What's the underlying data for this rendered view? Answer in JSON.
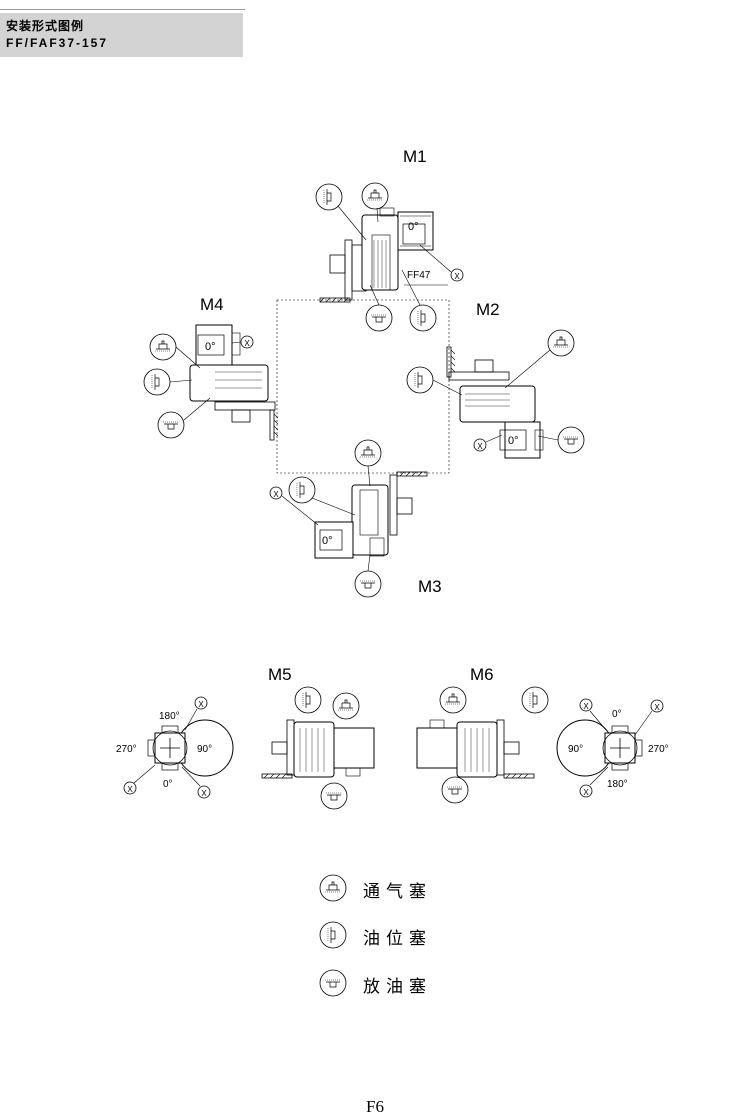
{
  "header": {
    "title": "安装形式图例",
    "subtitle": "FF/FAF37-157"
  },
  "positions": {
    "m1": "M1",
    "m2": "M2",
    "m3": "M3",
    "m4": "M4",
    "m5": "M5",
    "m6": "M6"
  },
  "model_label": "FF47",
  "angle_labels": {
    "zero": "0°",
    "ninety": "90°",
    "one_eighty": "180°",
    "two_seventy": "270°"
  },
  "terminal_marker": "X",
  "legend": [
    {
      "label": "通气塞",
      "icon": "breather-plug-icon"
    },
    {
      "label": "油位塞",
      "icon": "oil-level-plug-icon"
    },
    {
      "label": "放油塞",
      "icon": "drain-plug-icon"
    }
  ],
  "page_number": "F6"
}
